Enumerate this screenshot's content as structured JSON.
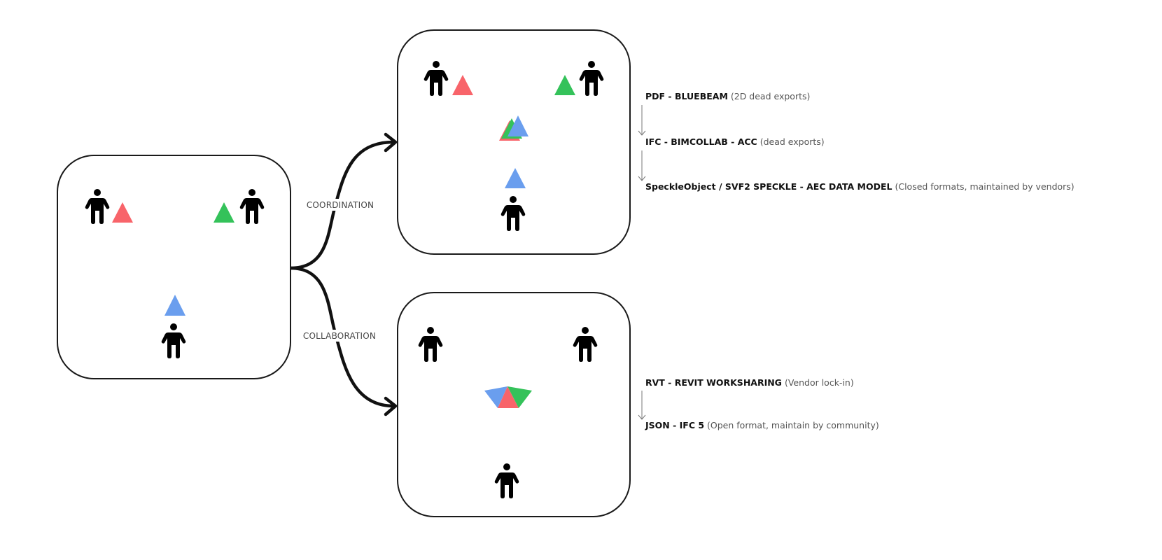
{
  "diagram": {
    "title": "",
    "colors": {
      "red": "#F8646A",
      "green": "#34C25A",
      "blue": "#6A9EEE",
      "stroke": "#111111"
    },
    "boxes": [
      {
        "id": "source",
        "label": "",
        "people": 3,
        "state": "separate models"
      },
      {
        "id": "coordination-result",
        "label": "",
        "people": 3,
        "state": "models overlaid"
      },
      {
        "id": "collaboration-result",
        "label": "",
        "people": 3,
        "state": "models merged"
      }
    ],
    "edges": [
      {
        "from": "source",
        "to": "coordination-result",
        "label": "COORDINATION"
      },
      {
        "from": "source",
        "to": "collaboration-result",
        "label": "COLLABORATION"
      }
    ],
    "coordination_steps": [
      {
        "bold": "PDF - BLUEBEAM",
        "note": "(2D dead exports)"
      },
      {
        "bold": "IFC - BIMCOLLAB - ACC",
        "note": "(dead exports)"
      },
      {
        "bold": "SpeckleObject / SVF2 SPECKLE - AEC DATA MODEL",
        "note": "(Closed formats, maintained by vendors)"
      }
    ],
    "collaboration_steps": [
      {
        "bold": "RVT - REVIT WORKSHARING",
        "note": "(Vendor lock-in)"
      },
      {
        "bold": "JSON - IFC 5",
        "note": "(Open format, maintain by community)"
      }
    ]
  }
}
